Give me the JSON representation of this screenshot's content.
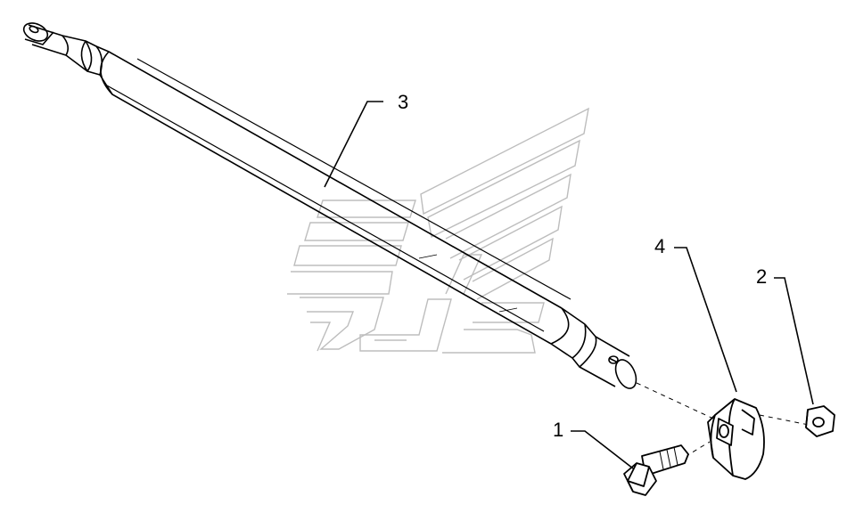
{
  "callouts": [
    {
      "id": "bolt",
      "label": "1"
    },
    {
      "id": "nut",
      "label": "2"
    },
    {
      "id": "shaft",
      "label": "3"
    },
    {
      "id": "clamp",
      "label": "4"
    }
  ],
  "colors": {
    "line": "#000000",
    "watermark": "#bbbbbb",
    "background": "#ffffff"
  }
}
